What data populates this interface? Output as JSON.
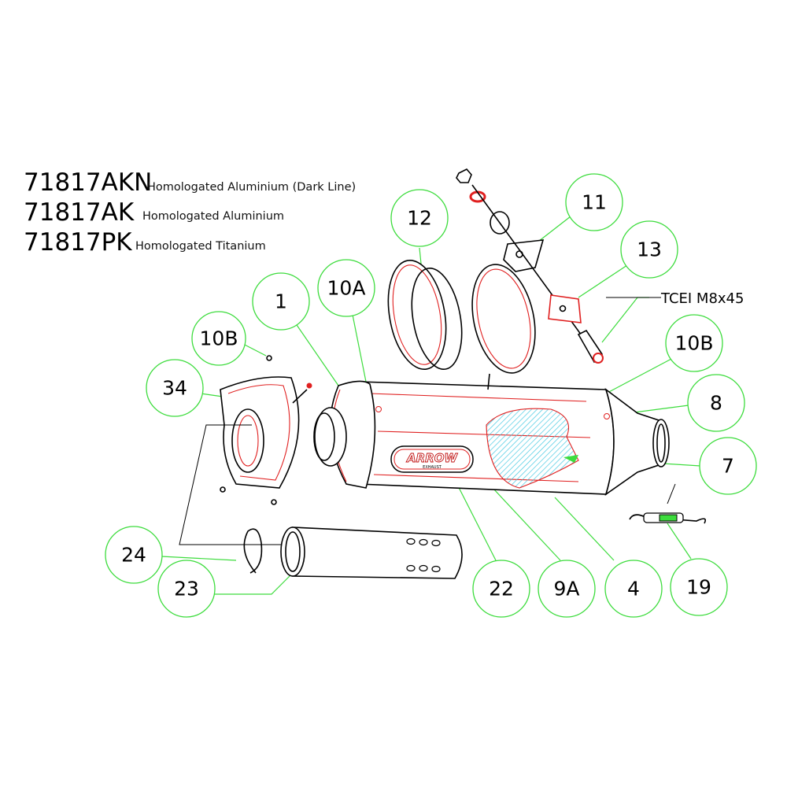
{
  "variants": [
    {
      "code": "71817AKN",
      "description": "Homologated Aluminium (Dark Line)"
    },
    {
      "code": "71817AK",
      "description": "Homologated Aluminium"
    },
    {
      "code": "71817PK",
      "description": "Homologated Titanium"
    }
  ],
  "callouts": {
    "c12": "12",
    "c11": "11",
    "c13": "13",
    "c10A": "10A",
    "c1": "1",
    "c10B_left": "10B",
    "c34": "34",
    "c10B_right": "10B",
    "c8": "8",
    "c7": "7",
    "c24": "24",
    "c23": "23",
    "c22": "22",
    "c9A": "9A",
    "c4": "4",
    "c19": "19"
  },
  "bolt_label": "TCEI M8x45",
  "logo_text": "ARROW",
  "logo_subtext": "EXHAUST",
  "colors": {
    "callout": "#3ddc3d",
    "outline": "#e02020",
    "hatch": "#39c6e0"
  }
}
